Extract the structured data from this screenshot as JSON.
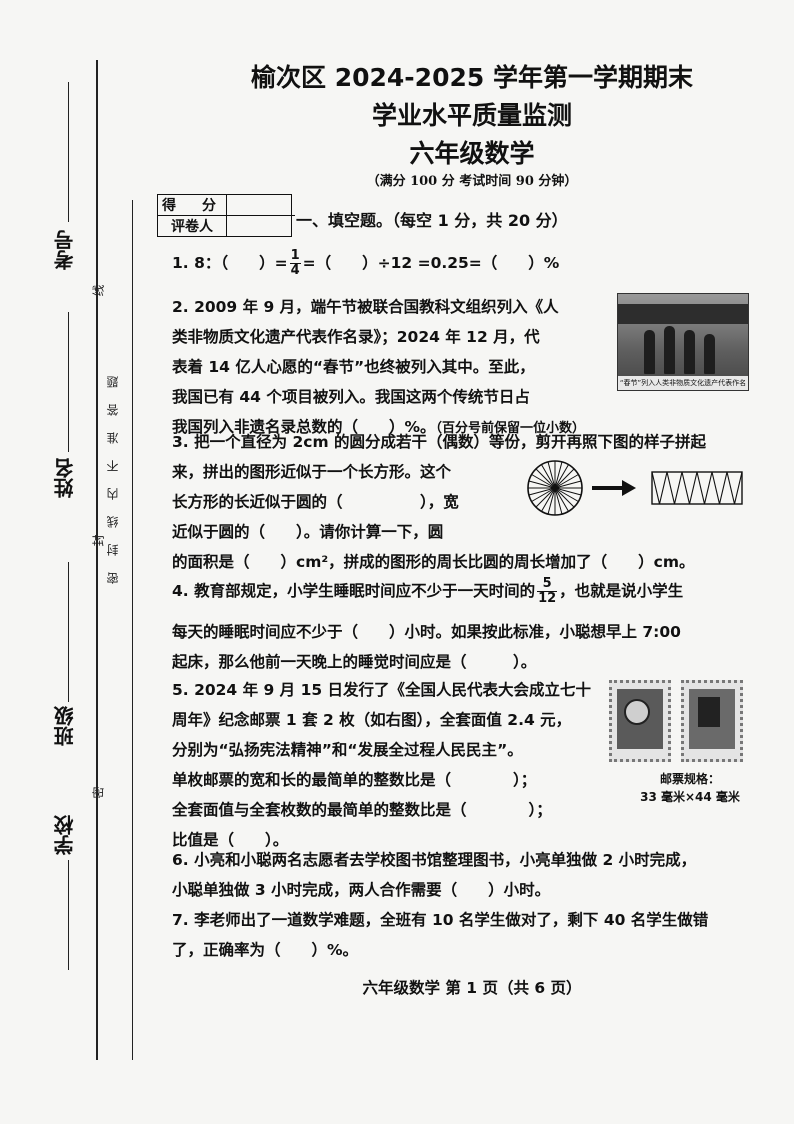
{
  "header": {
    "title_line1": "榆次区 2024-2025 学年第一学期期末",
    "title_line2": "学业水平质量监测",
    "title_line3": "六年级数学",
    "subtitle": "（满分 100 分   考试时间 90 分钟）"
  },
  "binding": {
    "exam_number_label": "考号",
    "name_label": "姓名",
    "class_label": "班级",
    "school_label": "学校",
    "mi_char": "密",
    "feng_char": "封",
    "xian_char": "线",
    "note": "密封线内不准答题"
  },
  "score_box": {
    "score_label": "得　分",
    "grader_label": "评卷人",
    "score_value": "",
    "grader_value": ""
  },
  "section": {
    "title": "一、填空题。（每空 1 分，共 20 分）"
  },
  "questions": {
    "q1": {
      "prefix": "1. 8：（　　）=",
      "frac_num": "1",
      "frac_den": "4",
      "suffix": "=（　　）÷12 =0.25=（　　）%"
    },
    "q2": {
      "line1": "2. 2009 年 9 月，端午节被联合国教科文组织列入《人",
      "line2": "类非物质文化遗产代表作名录》；2024 年 12 月，代",
      "line3": "表着 14 亿人心愿的“春节”也终被列入其中。至此，",
      "line4": "我国已有 44 个项目被列入。我国这两个传统节日占",
      "line5": "我国列入非遗名录总数的（　　）%。",
      "note": "（百分号前保留一位小数）",
      "photo_caption": "“春节”列入人类非物质文化遗产代表作名录"
    },
    "q3": {
      "line1": "3. 把一个直径为 2cm 的圆分成若干（偶数）等份，剪开再照下图的样子拼起",
      "line2": "来，拼出的图形近似于一个长方形。这个",
      "line3": "长方形的长近似于圆的（　　　　　），宽",
      "line4": "近似于圆的（　　）。请你计算一下，圆",
      "line5": "的面积是（　　）cm²，拼成的图形的周长比圆的周长增加了（　　）cm。"
    },
    "q4": {
      "prefix": "4. 教育部规定，小学生睡眠时间应不少于一天时间的",
      "frac_num": "5",
      "frac_den": "12",
      "suffix": "，也就是说小学生",
      "line2": "每天的睡眠时间应不少于（　　）小时。如果按此标准，小聪想早上 7:00",
      "line3": "起床，那么他前一天晚上的睡觉时间应是（　　　）。"
    },
    "q5": {
      "line1": "5. 2024 年 9 月 15 日发行了《全国人民代表大会成立七十",
      "line2": "周年》纪念邮票 1 套 2 枚（如右图），全套面值 2.4 元，",
      "line3": "分别为“弘扬宪法精神”和“发展全过程人民民主”。",
      "line4": "单枚邮票的宽和长的最简单的整数比是（　　　　）；",
      "line5": "全套面值与全套枚数的最简单的整数比是（　　　　）；",
      "line6": "比值是（　　）。",
      "spec_title": "邮票规格：",
      "spec_value": "33 毫米×44 毫米"
    },
    "q6": {
      "line1": "6. 小亮和小聪两名志愿者去学校图书馆整理图书，小亮单独做 2 小时完成，",
      "line2": "小聪单独做 3 小时完成，两人合作需要（　　）小时。"
    },
    "q7": {
      "line1": "7. 李老师出了一道数学难题，全班有 10 名学生做对了，剩下 40 名学生做错",
      "line2": "了，正确率为（　　）%。"
    }
  },
  "footer": {
    "page_info": "六年级数学  第 1 页（共 6 页）"
  }
}
